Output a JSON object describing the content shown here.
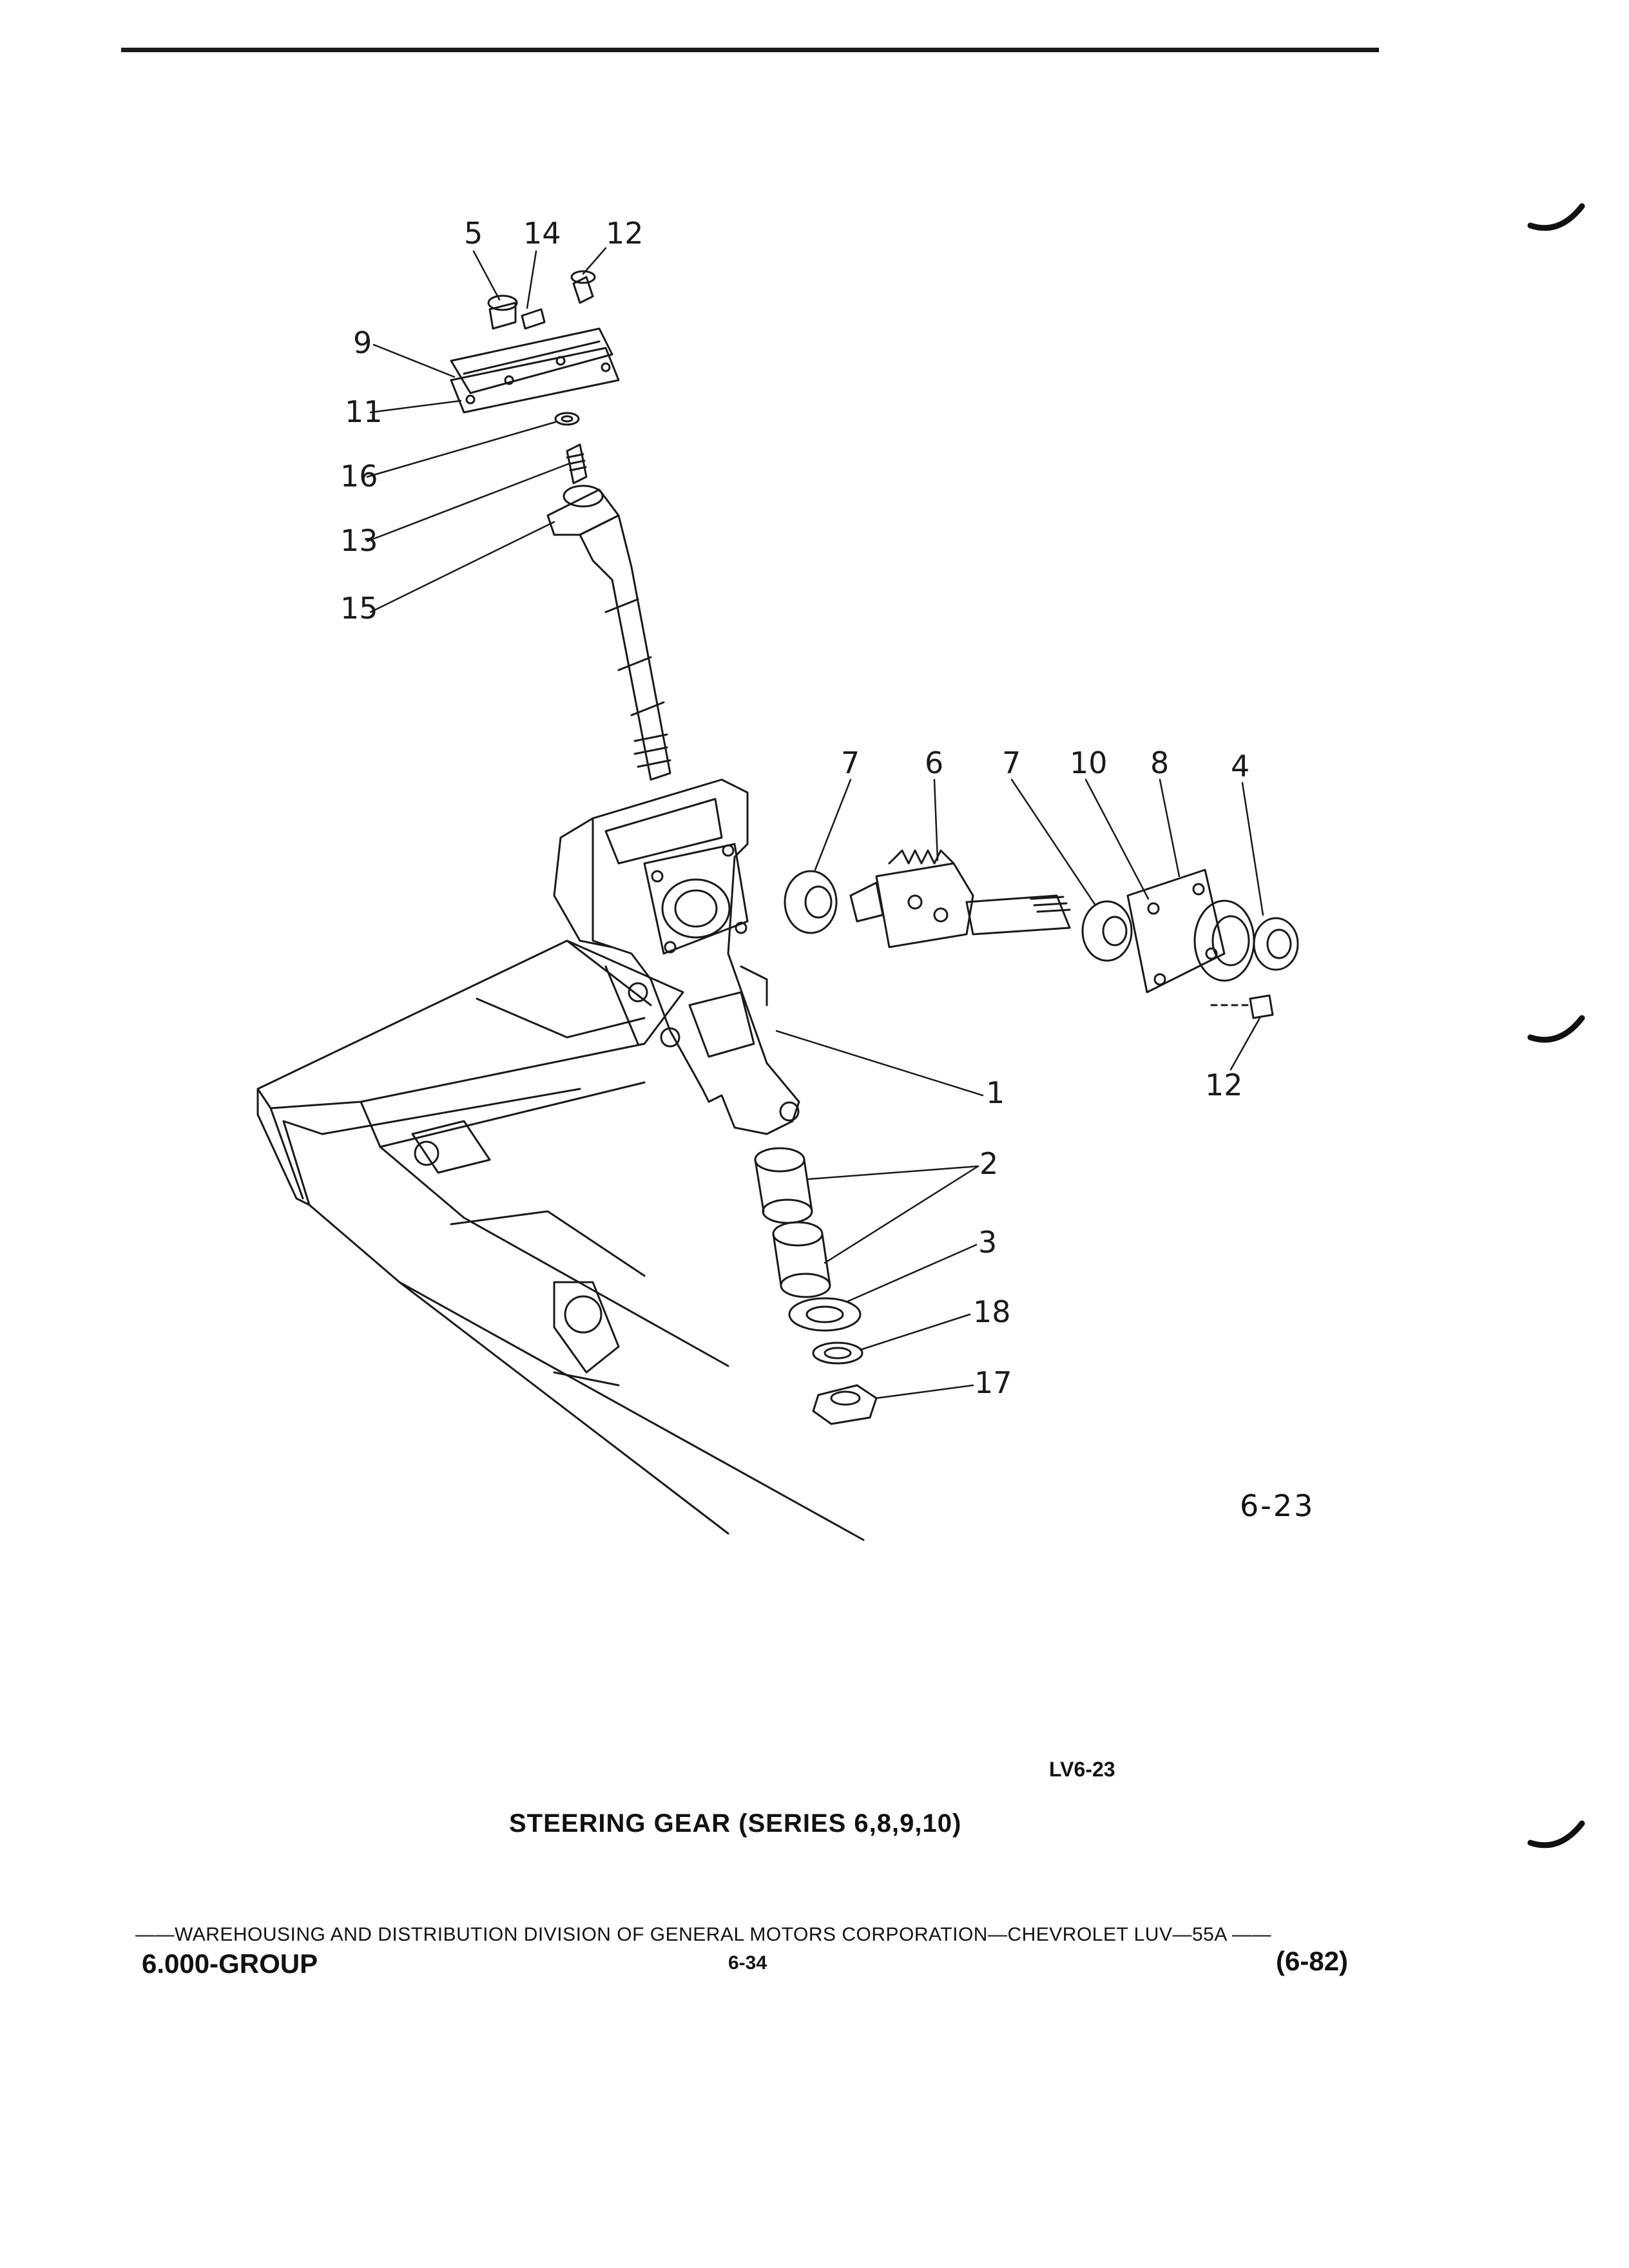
{
  "diagram": {
    "callouts": {
      "c1": "1",
      "c2": "2",
      "c3": "3",
      "c4": "4",
      "c5": "5",
      "c6": "6",
      "c7a": "7",
      "c7b": "7",
      "c8": "8",
      "c9": "9",
      "c10": "10",
      "c11": "11",
      "c12a": "12",
      "c12b": "12",
      "c13": "13",
      "c14": "14",
      "c15": "15",
      "c16": "16",
      "c17": "17",
      "c18": "18"
    },
    "figure_id": "6-23"
  },
  "reference_code": "LV6-23",
  "caption": "STEERING GEAR (SERIES 6,8,9,10)",
  "footer": {
    "line": "——WAREHOUSING AND DISTRIBUTION  DIVISION OF GENERAL MOTORS CORPORATION—CHEVROLET LUV—55A  ——",
    "group": "6.000-GROUP",
    "page_number": "6-34",
    "date_code": "(6-82)"
  }
}
